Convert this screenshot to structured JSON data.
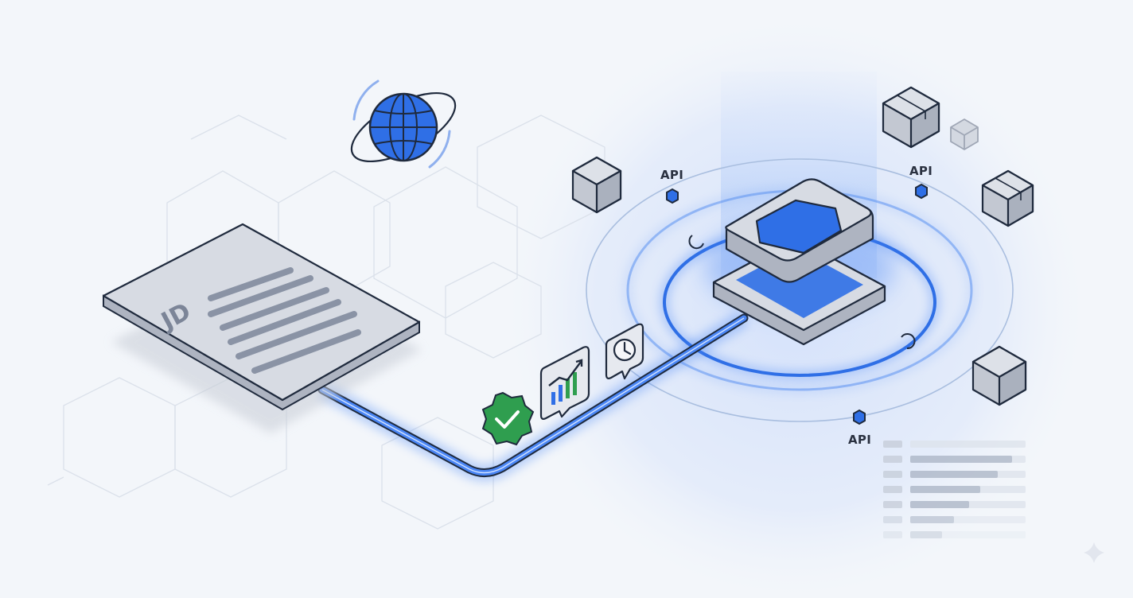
{
  "document": {
    "monogram": "JD"
  },
  "api_nodes": [
    {
      "label": "API"
    },
    {
      "label": "API"
    },
    {
      "label": "API"
    }
  ],
  "icons": [
    "globe-icon",
    "document-icon",
    "verified-badge-icon",
    "growth-chart-icon",
    "clock-icon",
    "server-stack-icon",
    "package-box-icon"
  ],
  "colors": {
    "background": "#f3f6fa",
    "accent_blue": "#2f6fe6",
    "glow_blue": "#4a86f5",
    "outline": "#1f2a3d",
    "slab_gray": "#d7dbe3",
    "badge_green": "#2f9e4f"
  }
}
